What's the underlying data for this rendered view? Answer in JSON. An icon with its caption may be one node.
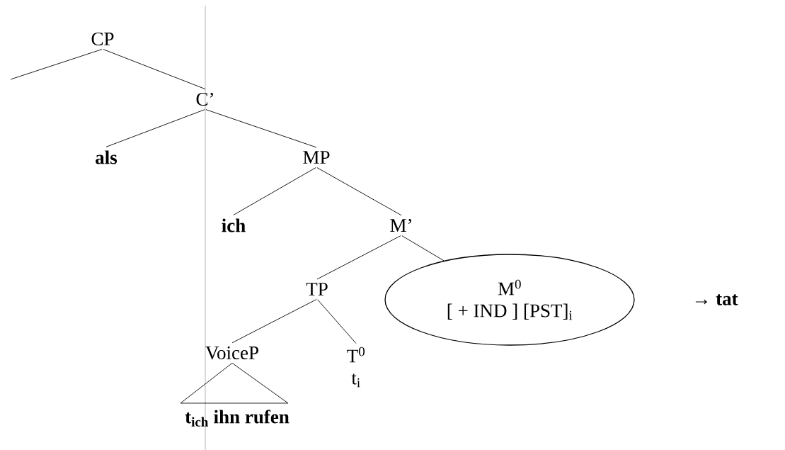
{
  "diagram": {
    "nodes": [
      {
        "text": [
          "CP"
        ]
      },
      {
        "text": [
          "C’"
        ]
      },
      {
        "text": [
          "als"
        ]
      },
      {
        "text": [
          "MP"
        ]
      },
      {
        "text": [
          "ich"
        ]
      },
      {
        "text": [
          "M’"
        ]
      },
      {
        "text": [
          "TP"
        ]
      },
      {
        "text": [
          "M$^{0}$",
          "[ + IND ] [PST]$_{i}$"
        ],
        "beside": [
          "→ **tat**"
        ]
      },
      {
        "text": [
          "VoiceP"
        ]
      },
      {
        "text": [
          "T$^{0}$",
          "t$_{i}$"
        ]
      },
      {
        "text": [
          "t$_{ich}$ ihn rufen"
        ]
      }
    ],
    "edges": [
      {
        "from": 0,
        "to": null,
        "arrow": "none"
      },
      {
        "from": 0,
        "to": 1,
        "arrow": "none"
      },
      {
        "from": 1,
        "to": 2,
        "arrow": "none"
      },
      {
        "from": 1,
        "to": 3,
        "arrow": "none"
      },
      {
        "from": 3,
        "to": 4,
        "arrow": "none"
      },
      {
        "from": 3,
        "to": 5,
        "arrow": "none"
      },
      {
        "from": 5,
        "to": 6,
        "arrow": "none"
      },
      {
        "from": 5,
        "to": 7,
        "arrow": "none"
      },
      {
        "from": 6,
        "to": 8,
        "arrow": "none"
      },
      {
        "from": 6,
        "to": 9,
        "arrow": "none"
      },
      {
        "from": 8,
        "to": 10,
        "arrow": "none"
      }
    ]
  }
}
